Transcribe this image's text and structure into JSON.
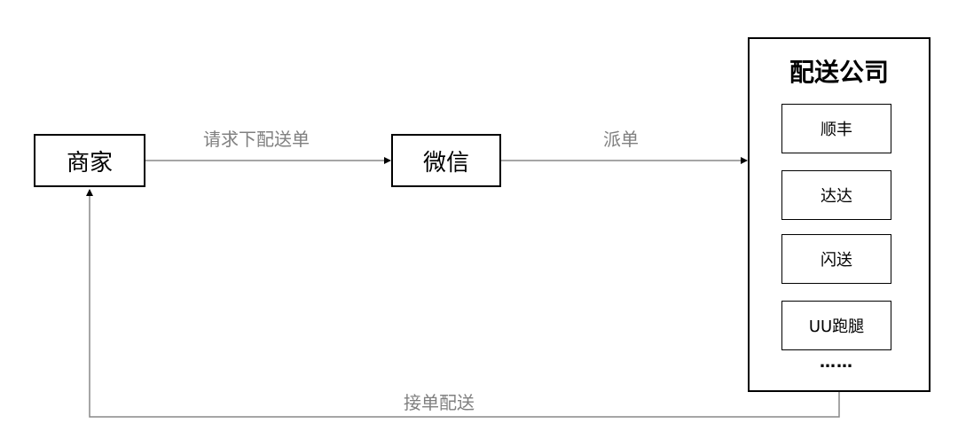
{
  "nodes": {
    "merchant": "商家",
    "wechat": "微信",
    "company_title": "配送公司"
  },
  "edges": {
    "request": "请求下配送单",
    "dispatch": "派单",
    "accept": "接单配送"
  },
  "companies": [
    "顺丰",
    "达达",
    "闪送",
    "UU跑腿"
  ],
  "more": "……"
}
